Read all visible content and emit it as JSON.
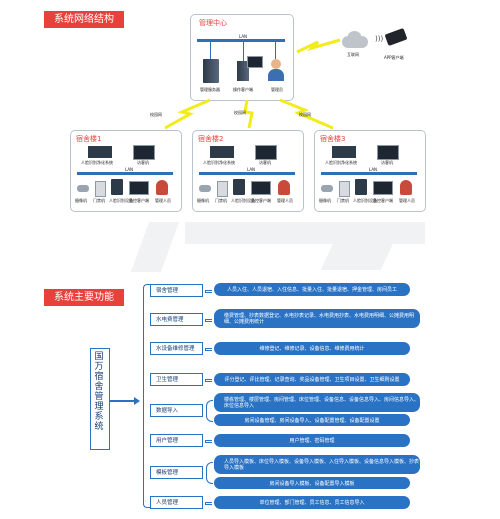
{
  "section1": {
    "title": "系统网络结构"
  },
  "section2": {
    "title": "系统主要功能"
  },
  "network": {
    "center_title": "管理中心",
    "lan_label": "LAN",
    "devices": [
      "管理服务器",
      "操作客户端",
      "管理员"
    ],
    "internet_label": "互联网",
    "app_label": "APP客户端",
    "link_label": "校园网",
    "dorm_titles": [
      "宿舍楼1",
      "宿舍楼2",
      "宿舍楼3"
    ],
    "dorm_devices": [
      "人脸识别净化系统",
      "访客机"
    ],
    "dorm_lan": "LAN",
    "dorm_items": [
      "摄像机",
      "门禁机",
      "人脸识别设备",
      "监控客户端",
      "管理人员"
    ]
  },
  "system": {
    "name": "国万宿舍管理系统"
  },
  "functions": [
    {
      "category": "宿舍管理",
      "pills": [
        "人员入住、人员退宿、入住信息、批量入住、批量退宿、押金管理、房间员工"
      ]
    },
    {
      "category": "水电费管理",
      "pills": [
        "缴费管理、抄表数据登记、水电抄表记录、水电费用抄表、水电费用明细、公摊费用明细、公摊费用统计"
      ]
    },
    {
      "category": "水设备维修管理",
      "pills": [
        "维修登记、维修记录、设备信息、维修费用统计"
      ]
    },
    {
      "category": "卫生管理",
      "pills": [
        "评分登记、评比管理、记录查询、奖品设备管理、卫生项目设置、卫生细则设置"
      ]
    },
    {
      "category": "数据导入",
      "pills": [
        "楼栋管理、楼层管理、房间管理、床位管理、设备信息、设备信息导入、房间信息导入、床位信息导入",
        "房间设备管理、房间设备导入、设备配置管理、设备配置设置"
      ]
    },
    {
      "category": "用户管理",
      "pills": [
        "用户管理、密码管理"
      ]
    },
    {
      "category": "模板管理",
      "pills": [
        "人员导入模板、床位导入模板、设备导入模板、入住导入模板、设备信息导入模板、抄表导入模板",
        "房间设备导入模板、设备配置导入模板"
      ]
    },
    {
      "category": "人员管理",
      "pills": [
        "单位管理、部门管理、员工信息、员工信息导入"
      ]
    }
  ]
}
